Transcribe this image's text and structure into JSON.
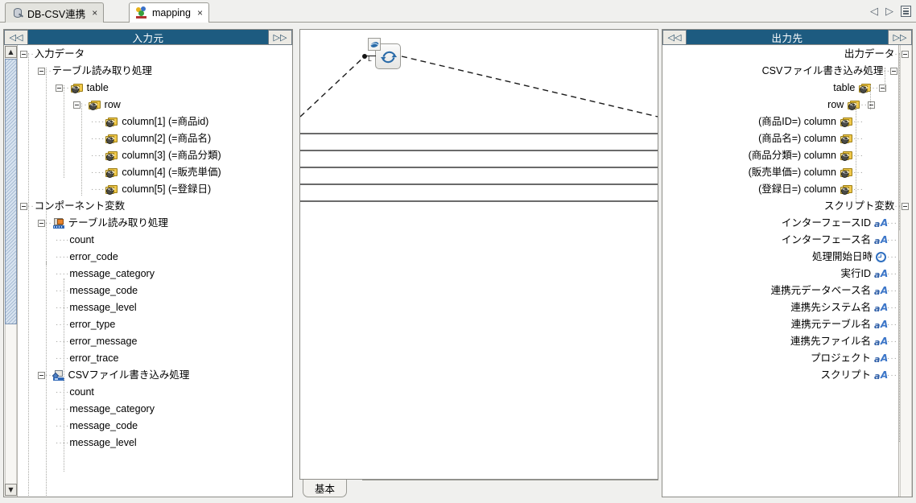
{
  "window": {
    "tabs": [
      {
        "label": "DB-CSV連携",
        "icon": "plug-icon",
        "active": false,
        "close": "×"
      },
      {
        "label": "mapping",
        "icon": "mapping-icon",
        "active": true,
        "close": "×"
      }
    ],
    "nav": {
      "prev": "◁",
      "next": "▷",
      "list": "list-icon"
    }
  },
  "source_panel": {
    "title": "入力元",
    "collapse_left_label": "◁◁",
    "collapse_right_label": "▷▷",
    "nodes": [
      {
        "label": "入力データ",
        "indent": 0,
        "icon": "none",
        "expander": "minus"
      },
      {
        "label": "テーブル読み取り処理",
        "indent": 1,
        "icon": "none",
        "expander": "minus"
      },
      {
        "label": "table",
        "indent": 2,
        "icon": "xml-node-icon",
        "expander": "minus"
      },
      {
        "label": "row",
        "indent": 3,
        "icon": "xml-node-icon",
        "expander": "minus"
      },
      {
        "label": "column[1] (=商品id)",
        "indent": 4,
        "icon": "xml-node-icon",
        "expander": "none"
      },
      {
        "label": "column[2] (=商品名)",
        "indent": 4,
        "icon": "xml-node-icon",
        "expander": "none"
      },
      {
        "label": "column[3] (=商品分類)",
        "indent": 4,
        "icon": "xml-node-icon",
        "expander": "none"
      },
      {
        "label": "column[4] (=販売単価)",
        "indent": 4,
        "icon": "xml-node-icon",
        "expander": "none"
      },
      {
        "label": "column[5] (=登録日)",
        "indent": 4,
        "icon": "xml-node-icon",
        "expander": "none"
      },
      {
        "label": "コンポーネント変数",
        "indent": 0,
        "icon": "none",
        "expander": "minus"
      },
      {
        "label": "テーブル読み取り処理",
        "indent": 1,
        "icon": "table-read-icon",
        "expander": "minus"
      },
      {
        "label": "count",
        "indent": 2,
        "icon": "none",
        "expander": "none"
      },
      {
        "label": "error_code",
        "indent": 2,
        "icon": "none",
        "expander": "none"
      },
      {
        "label": "message_category",
        "indent": 2,
        "icon": "none",
        "expander": "none"
      },
      {
        "label": "message_code",
        "indent": 2,
        "icon": "none",
        "expander": "none"
      },
      {
        "label": "message_level",
        "indent": 2,
        "icon": "none",
        "expander": "none"
      },
      {
        "label": "error_type",
        "indent": 2,
        "icon": "none",
        "expander": "none"
      },
      {
        "label": "error_message",
        "indent": 2,
        "icon": "none",
        "expander": "none"
      },
      {
        "label": "error_trace",
        "indent": 2,
        "icon": "none",
        "expander": "none"
      },
      {
        "label": "CSVファイル書き込み処理",
        "indent": 1,
        "icon": "csv-write-icon",
        "expander": "minus"
      },
      {
        "label": "count",
        "indent": 2,
        "icon": "none",
        "expander": "none"
      },
      {
        "label": "message_category",
        "indent": 2,
        "icon": "none",
        "expander": "none"
      },
      {
        "label": "message_code",
        "indent": 2,
        "icon": "none",
        "expander": "none"
      },
      {
        "label": "message_level",
        "indent": 2,
        "icon": "none",
        "expander": "none"
      }
    ]
  },
  "target_panel": {
    "title": "出力先",
    "collapse_left_label": "◁◁",
    "collapse_right_label": "▷▷",
    "nodes": [
      {
        "label": "出力データ",
        "icon": "none",
        "expander": "minus",
        "rightpad": 4
      },
      {
        "label": "CSVファイル書き込み処理",
        "icon": "none",
        "expander": "minus",
        "rightpad": 18
      },
      {
        "label": "table",
        "icon": "xml-node-icon",
        "expander": "minus",
        "rightpad": 32
      },
      {
        "label": "row",
        "icon": "xml-node-icon",
        "expander": "minus",
        "rightpad": 46
      },
      {
        "label": "(商品ID=) column",
        "icon": "xml-node-icon",
        "expander": "none",
        "rightpad": 60
      },
      {
        "label": "(商品名=) column",
        "icon": "xml-node-icon",
        "expander": "none",
        "rightpad": 60
      },
      {
        "label": "(商品分類=) column",
        "icon": "xml-node-icon",
        "expander": "none",
        "rightpad": 60
      },
      {
        "label": "(販売単価=) column",
        "icon": "xml-node-icon",
        "expander": "none",
        "rightpad": 60
      },
      {
        "label": "(登録日=) column",
        "icon": "xml-node-icon",
        "expander": "none",
        "rightpad": 60
      },
      {
        "label": "スクリプト変数",
        "icon": "none",
        "expander": "minus",
        "rightpad": 4
      },
      {
        "label": "インターフェースID",
        "icon": "string-icon",
        "expander": "none",
        "rightpad": 18
      },
      {
        "label": "インターフェース名",
        "icon": "string-icon",
        "expander": "none",
        "rightpad": 18
      },
      {
        "label": "処理開始日時",
        "icon": "datetime-icon",
        "expander": "none",
        "rightpad": 18
      },
      {
        "label": "実行ID",
        "icon": "string-icon",
        "expander": "none",
        "rightpad": 18
      },
      {
        "label": "連携元データベース名",
        "icon": "string-icon",
        "expander": "none",
        "rightpad": 18
      },
      {
        "label": "連携先システム名",
        "icon": "string-icon",
        "expander": "none",
        "rightpad": 18
      },
      {
        "label": "連携元テーブル名",
        "icon": "string-icon",
        "expander": "none",
        "rightpad": 18
      },
      {
        "label": "連携先ファイル名",
        "icon": "string-icon",
        "expander": "none",
        "rightpad": 18
      },
      {
        "label": "プロジェクト",
        "icon": "string-icon",
        "expander": "none",
        "rightpad": 18
      },
      {
        "label": "スクリプト",
        "icon": "string-icon",
        "expander": "none",
        "rightpad": 18
      }
    ]
  },
  "canvas": {
    "bottom_tab": "基本",
    "node": {
      "name": "mapping-loop-node",
      "port_label": "L",
      "icon": "loop-cycle-icon",
      "badge_icon": "map-badge-icon"
    }
  },
  "colors": {
    "panel_header": "#1d5b80",
    "panel_border": "#8d8d88",
    "app_bg": "#f0f0ee",
    "scroll_thumb": "#a7bcd4",
    "node_accent": "#2f6fc0"
  }
}
